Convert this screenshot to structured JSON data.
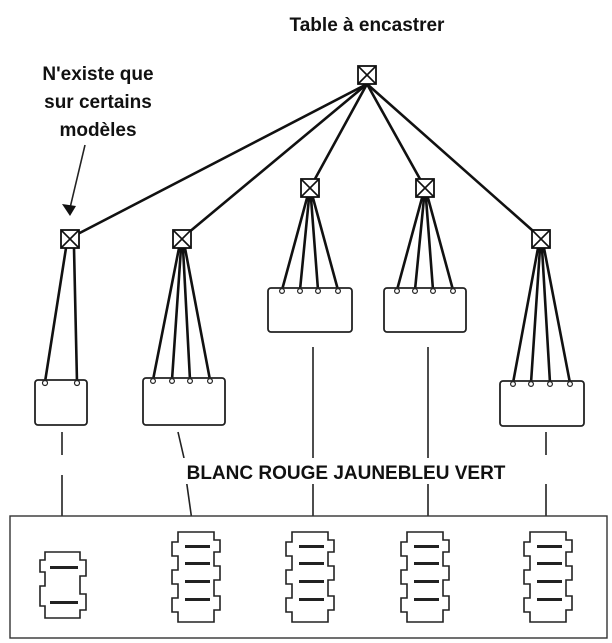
{
  "labels": {
    "top_title": "Table à encastrer",
    "note_line1": "N'existe que",
    "note_line2": "sur certains",
    "note_line3": "modèles",
    "colors_row": "BLANC ROUGE JAUNEBLEU VERT"
  },
  "icons": {
    "junction": "crossed-square-junction-icon",
    "plug": "cable-plug-connector-icon",
    "socket": "socket-connector-icon"
  },
  "connector_groups": [
    {
      "wire_count": 2
    },
    {
      "wire_count": 4
    },
    {
      "wire_count": 4
    },
    {
      "wire_count": 4
    },
    {
      "wire_count": 4
    }
  ]
}
